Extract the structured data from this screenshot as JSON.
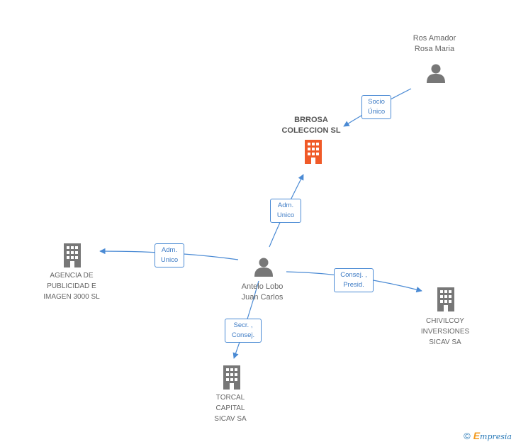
{
  "nodes": {
    "ros_amador": {
      "line1": "Ros Amador",
      "line2": "Rosa Maria",
      "icon": "person-icon"
    },
    "brrosa": {
      "line1": "BRROSA",
      "line2": "COLECCION SL",
      "icon": "building-icon",
      "color": "#f05a28"
    },
    "antelo": {
      "line1": "Antelo Lobo",
      "line2": "Juan Carlos",
      "icon": "person-icon"
    },
    "agencia": {
      "line1": "AGENCIA DE",
      "line2": "PUBLICIDAD E",
      "line3": "IMAGEN 3000 SL",
      "icon": "building-icon"
    },
    "chivilcoy": {
      "line1": "CHIVILCOY",
      "line2": "INVERSIONES",
      "line3": "SICAV SA",
      "icon": "building-icon"
    },
    "torcal": {
      "line1": "TORCAL",
      "line2": "CAPITAL",
      "line3": "SICAV SA",
      "icon": "building-icon"
    }
  },
  "edges": {
    "socio_unico": {
      "line1": "Socio",
      "line2": "Único"
    },
    "adm_unico_brrosa": {
      "line1": "Adm.",
      "line2": "Unico"
    },
    "adm_unico_agencia": {
      "line1": "Adm.",
      "line2": "Unico"
    },
    "consej_presid": {
      "line1": "Consej. ,",
      "line2": "Presid."
    },
    "secr_consej": {
      "line1": "Secr. ,",
      "line2": "Consej."
    }
  },
  "colors": {
    "edge": "#4a8ad4",
    "node_gray": "#777777",
    "highlight": "#f05a28"
  },
  "footer": {
    "copyright": "©",
    "brand_initial": "E",
    "brand_rest": "mpresia"
  }
}
